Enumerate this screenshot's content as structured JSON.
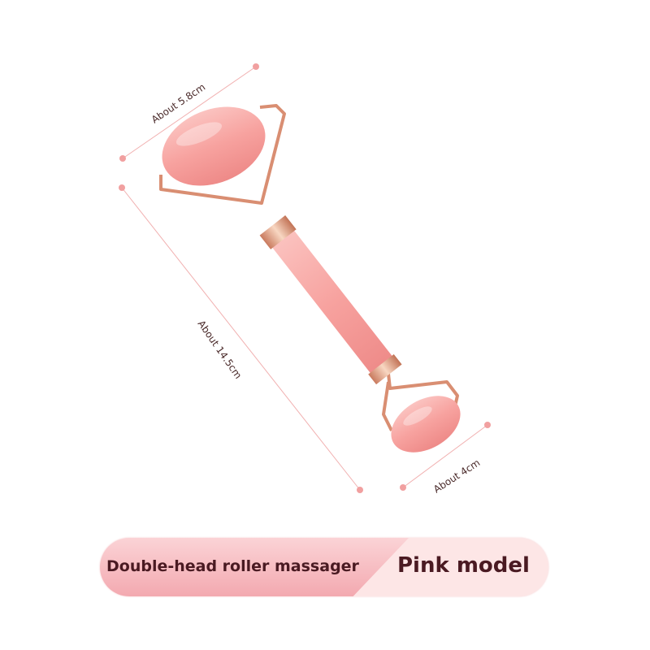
{
  "dimensions": {
    "head_width": "About 5.8cm",
    "total_length": "About 14.5cm",
    "small_head_width": "About 4cm"
  },
  "banner": {
    "product_name": "Double-head roller massager",
    "variant": "Pink model"
  },
  "colors": {
    "stone": "#f6a0a0",
    "frame": "#e0a080",
    "dimension_line": "#f1b0b0",
    "text": "#4a1a22"
  }
}
